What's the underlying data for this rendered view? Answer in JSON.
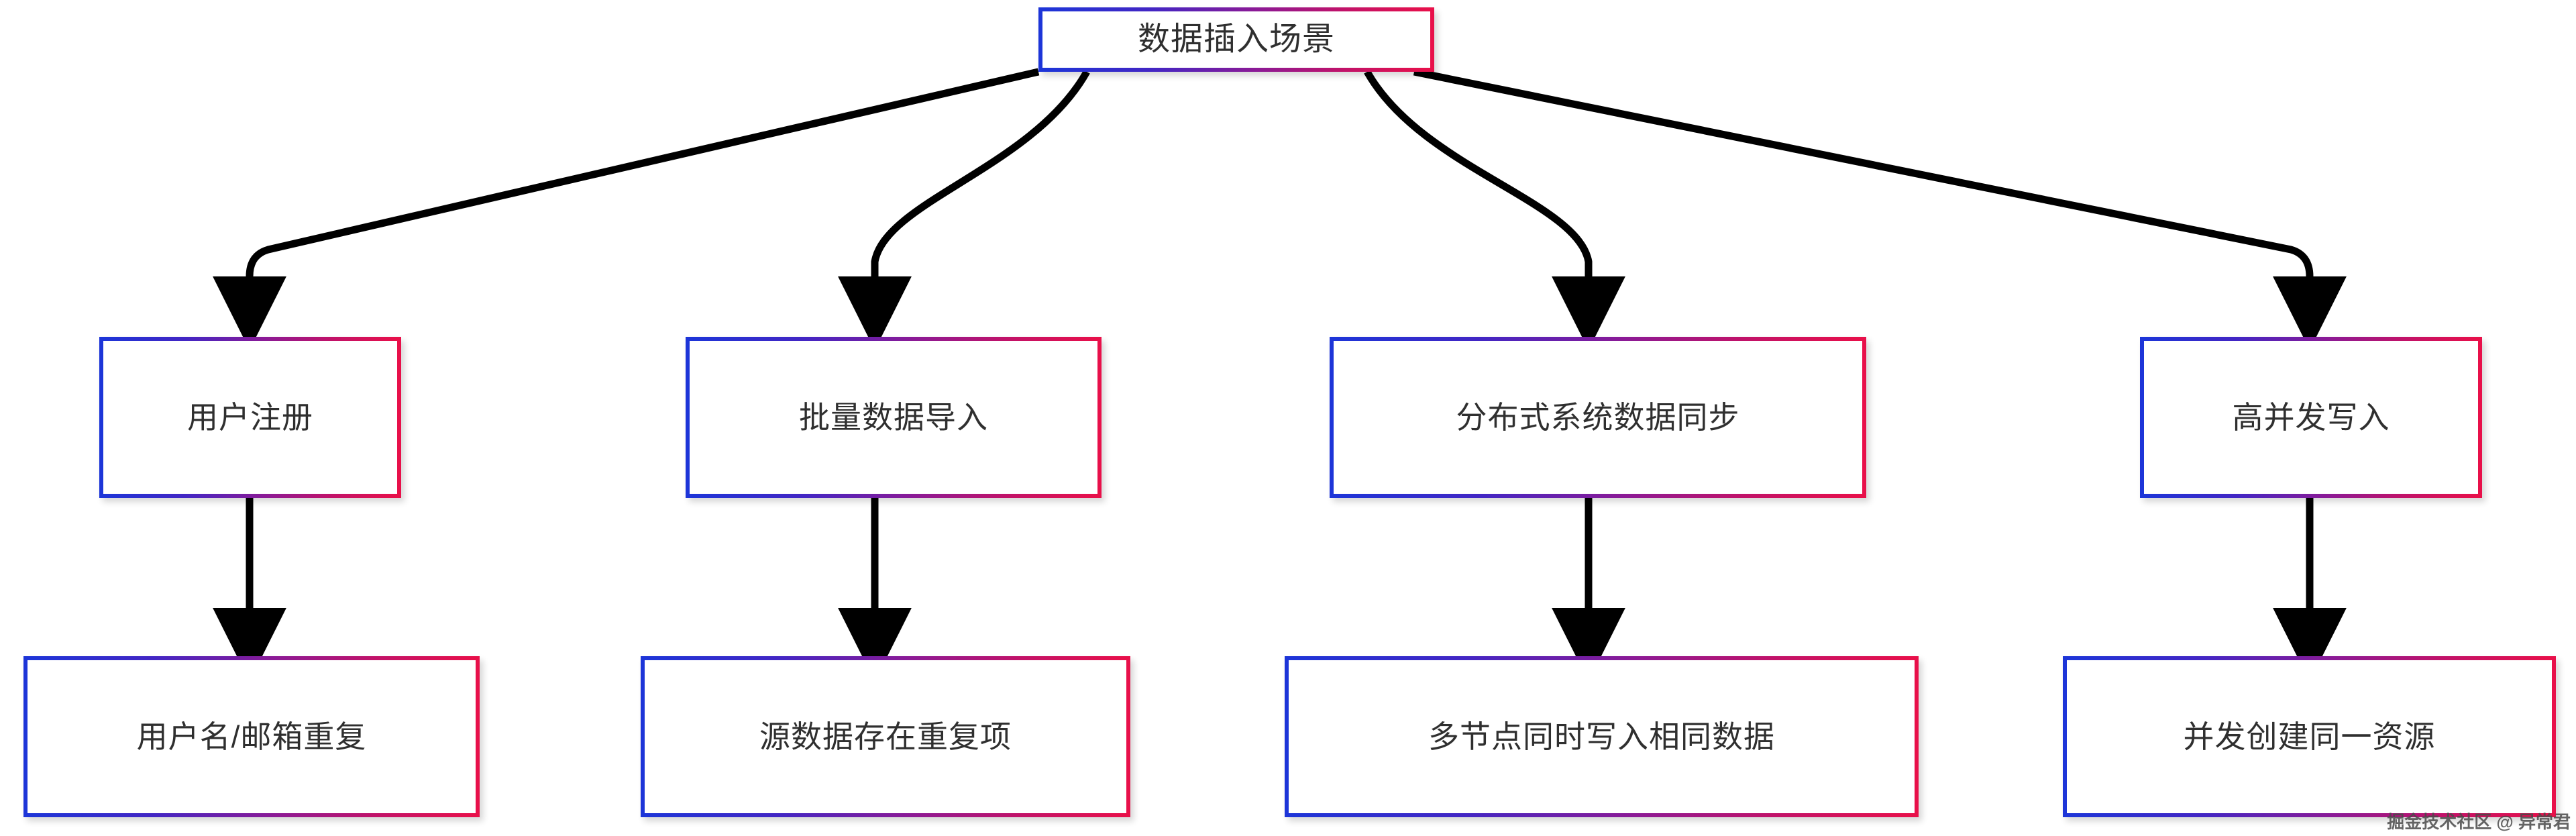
{
  "diagram": {
    "title": "数据插入场景",
    "colors": {
      "border_start": "#1d35d8",
      "border_end": "#e8104a",
      "node_fill": "#ffffff",
      "text": "#2f2f2f",
      "edge": "#000000",
      "background": "#ffffff"
    },
    "root": {
      "label": "数据插入场景"
    },
    "scenarios": [
      {
        "label": "用户注册",
        "detail": "用户名/邮箱重复"
      },
      {
        "label": "批量数据导入",
        "detail": "源数据存在重复项"
      },
      {
        "label": "分布式系统数据同步",
        "detail": "多节点同时写入相同数据"
      },
      {
        "label": "高并发写入",
        "detail": "并发创建同一资源"
      }
    ],
    "watermark": "掘金技术社区 @ 异常君"
  }
}
